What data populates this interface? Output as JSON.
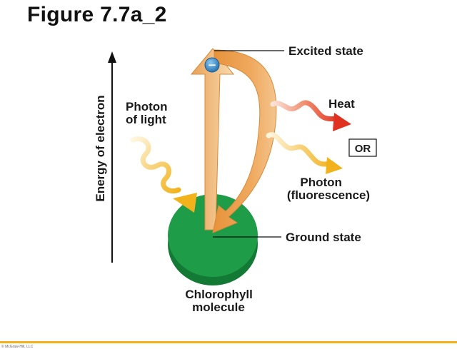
{
  "figure_title": "Figure 7.7a_2",
  "y_axis_label": "Energy of electron",
  "labels": {
    "photon_of_light_line1": "Photon",
    "photon_of_light_line2": "of light",
    "excited_state": "Excited state",
    "heat": "Heat",
    "or": "OR",
    "photon_fluor_line1": "Photon",
    "photon_fluor_line2": "(fluorescence)",
    "ground_state": "Ground state",
    "chlorophyll_line1": "Chlorophyll",
    "chlorophyll_line2": "molecule"
  },
  "electron_symbol": "−",
  "colors": {
    "arrow_orange": "#E8A050",
    "arrow_light": "#F6D49E",
    "chlorophyll_green": "#1E9C48",
    "chlorophyll_dark": "#137A36",
    "electron_blue": "#2E7FC0",
    "heat_red": "#E03020",
    "footer": "#F2B21B"
  },
  "footer_credit": "© McGraw-Hill, LLC"
}
